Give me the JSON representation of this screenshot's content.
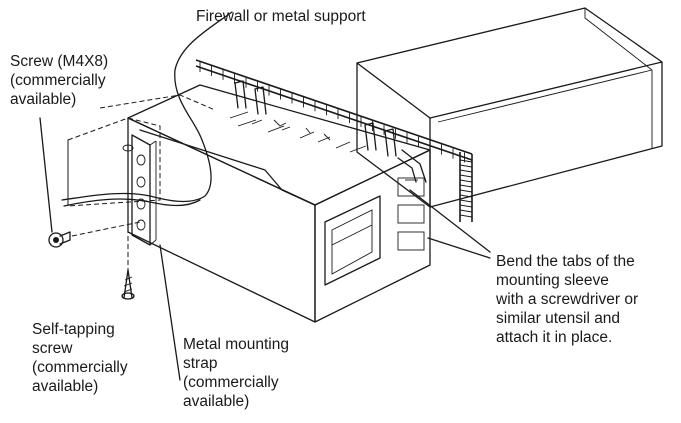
{
  "labels": {
    "firewall": "Firewall or metal support",
    "screw": [
      "Screw (M4X8)",
      "(commercially",
      "available)"
    ],
    "self_tapping": [
      "Self-tapping",
      "screw",
      "(commercially",
      "available)"
    ],
    "strap": [
      "Metal mounting",
      "strap",
      "(commercially",
      "available)"
    ],
    "bend": [
      "Bend the tabs of the",
      "mounting sleeve",
      "with a screwdriver or",
      "similar utensil and",
      "attach it in place."
    ]
  }
}
